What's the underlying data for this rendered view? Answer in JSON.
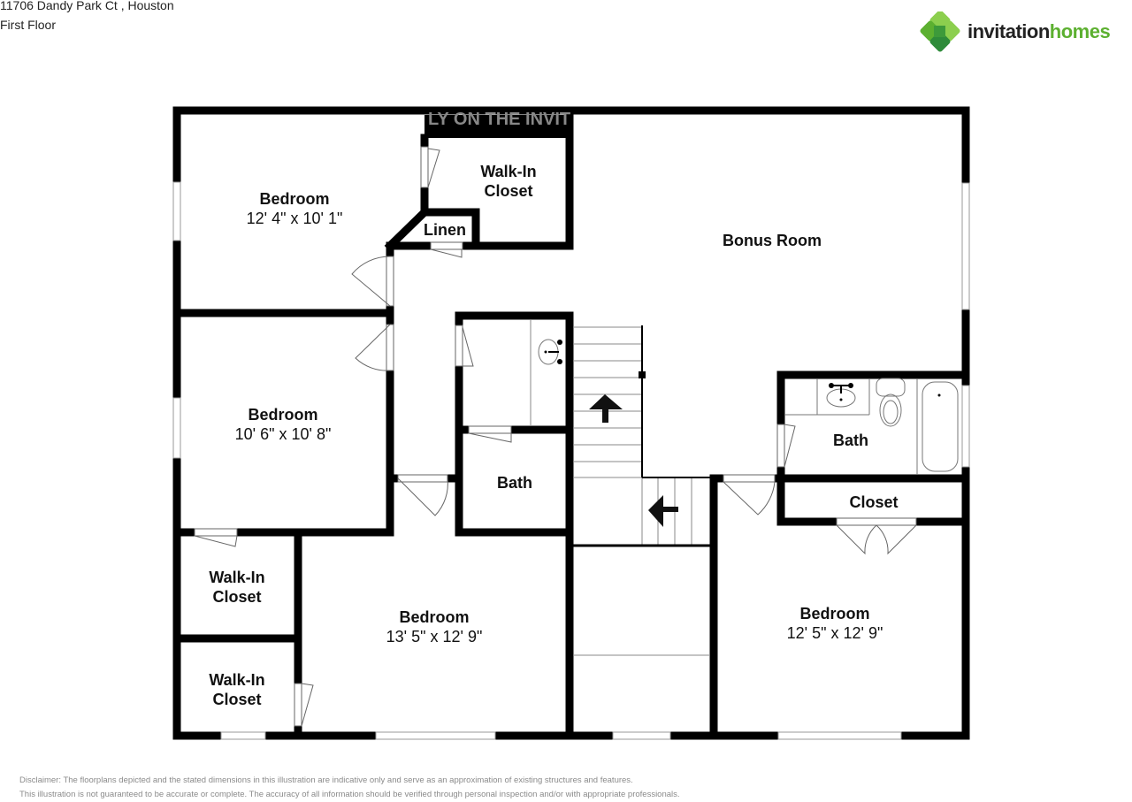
{
  "header": {
    "address": "11706 Dandy Park Ct , Houston",
    "floor": "First Floor"
  },
  "logo": {
    "brand_part1": "invitation",
    "brand_part2": "homes",
    "icon": "clover-house-logo-icon",
    "colors": {
      "dark": "#2e8b3a",
      "mid": "#5cb030",
      "light": "#8ccf4e"
    }
  },
  "watermark": "LY ON THE INVIT",
  "rooms": [
    {
      "id": "bedroom-1",
      "name": "Bedroom",
      "dim": "12' 4\" x 10' 1\""
    },
    {
      "id": "walkin-closet-top",
      "name": "Walk-In",
      "name2": "Closet"
    },
    {
      "id": "linen",
      "name": "Linen"
    },
    {
      "id": "bonus-room",
      "name": "Bonus Room"
    },
    {
      "id": "bedroom-2",
      "name": "Bedroom",
      "dim": "10' 6\" x 10' 8\""
    },
    {
      "id": "bath-center",
      "name": "Bath"
    },
    {
      "id": "bath-right",
      "name": "Bath"
    },
    {
      "id": "closet-right",
      "name": "Closet"
    },
    {
      "id": "walkin-closet-left-1",
      "name": "Walk-In",
      "name2": "Closet"
    },
    {
      "id": "walkin-closet-left-2",
      "name": "Walk-In",
      "name2": "Closet"
    },
    {
      "id": "bedroom-3",
      "name": "Bedroom",
      "dim": "13' 5\" x 12' 9\""
    },
    {
      "id": "bedroom-4",
      "name": "Bedroom",
      "dim": "12' 5\" x 12' 9\""
    }
  ],
  "disclaimer": {
    "line1": "Disclaimer: The floorplans depicted and the stated dimensions in this illustration are indicative only and serve as an approximation of existing structures and features.",
    "line2": "This illustration is not guaranteed to be accurate or complete. The accuracy of all information should be verified through personal inspection and/or with appropriate professionals."
  },
  "colors": {
    "wall": "#000000",
    "thin_line": "#777777",
    "background": "#ffffff"
  }
}
